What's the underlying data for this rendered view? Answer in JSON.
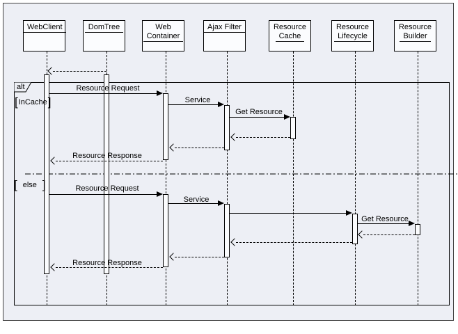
{
  "colors": {
    "panel_background": "#edeff5",
    "box_background": "#fbfcfe",
    "line_color": "#000000",
    "panel_border": "#3f3f3f"
  },
  "actors": [
    {
      "id": "web-client",
      "line1": "WebClient",
      "line2": ""
    },
    {
      "id": "dom-tree",
      "line1": "DomTree",
      "line2": ""
    },
    {
      "id": "web-container",
      "line1": "Web",
      "line2": "Container"
    },
    {
      "id": "ajax-filter",
      "line1": "Ajax Filter",
      "line2": ""
    },
    {
      "id": "resource-cache",
      "line1": "Resource",
      "line2": "Cache"
    },
    {
      "id": "resource-lifecycle",
      "line1": "Resource",
      "line2": "Lifecycle"
    },
    {
      "id": "resource-builder",
      "line1": "Resource",
      "line2": "Builder"
    }
  ],
  "frame": {
    "operator": "alt",
    "guard1": {
      "open": "[",
      "text": "InCache",
      "close": "]"
    },
    "guard2": {
      "open": "[",
      "text": "else",
      "close": "]"
    }
  },
  "messages": [
    {
      "label": "",
      "from": "DomTree",
      "to": "WebClient",
      "kind": "return"
    },
    {
      "label": "Resource Request",
      "from": "WebClient",
      "to": "Web Container",
      "kind": "call"
    },
    {
      "label": "Service",
      "from": "Web Container",
      "to": "Ajax Filter",
      "kind": "call"
    },
    {
      "label": "Get Resource",
      "from": "Ajax Filter",
      "to": "Resource Cache",
      "kind": "call"
    },
    {
      "label": "",
      "from": "Resource Cache",
      "to": "Ajax Filter",
      "kind": "return"
    },
    {
      "label": "",
      "from": "Ajax Filter",
      "to": "Web Container",
      "kind": "return"
    },
    {
      "label": "Resource Response",
      "from": "Web Container",
      "to": "WebClient",
      "kind": "return"
    },
    {
      "label": "Resource Request",
      "from": "WebClient",
      "to": "Web Container",
      "kind": "call"
    },
    {
      "label": "Service",
      "from": "Web Container",
      "to": "Ajax Filter",
      "kind": "call"
    },
    {
      "label": "",
      "from": "Ajax Filter",
      "to": "Resource Lifecycle",
      "kind": "call"
    },
    {
      "label": "Get Resource",
      "from": "Resource Lifecycle",
      "to": "Resource Builder",
      "kind": "call"
    },
    {
      "label": "",
      "from": "Resource Builder",
      "to": "Resource Lifecycle",
      "kind": "return"
    },
    {
      "label": "",
      "from": "Resource Lifecycle",
      "to": "Ajax Filter",
      "kind": "return"
    },
    {
      "label": "",
      "from": "Ajax Filter",
      "to": "Web Container",
      "kind": "return"
    },
    {
      "label": "Resource Response",
      "from": "Web Container",
      "to": "WebClient",
      "kind": "return"
    }
  ]
}
